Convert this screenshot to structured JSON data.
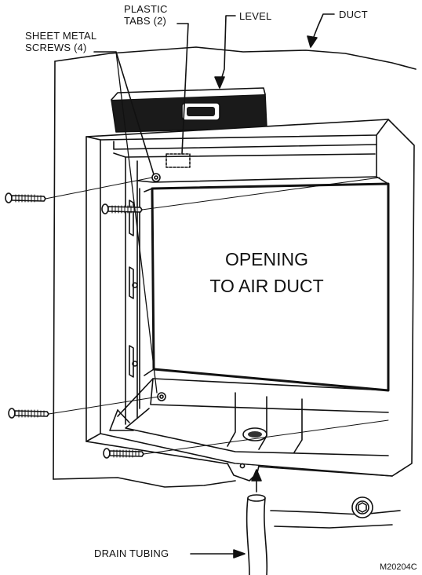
{
  "labels": {
    "plastic_tabs": "PLASTIC\nTABS (2)",
    "level": "LEVEL",
    "duct": "DUCT",
    "sheet_metal_screws": "SHEET METAL\nSCREWS (4)",
    "opening_line1": "OPENING",
    "opening_line2": "TO AIR DUCT",
    "drain_tubing": "DRAIN TUBING",
    "figure_code": "M20204C"
  },
  "colors": {
    "line": "#111111",
    "fill": "#ffffff",
    "level_fill": "#1a1a1a"
  }
}
